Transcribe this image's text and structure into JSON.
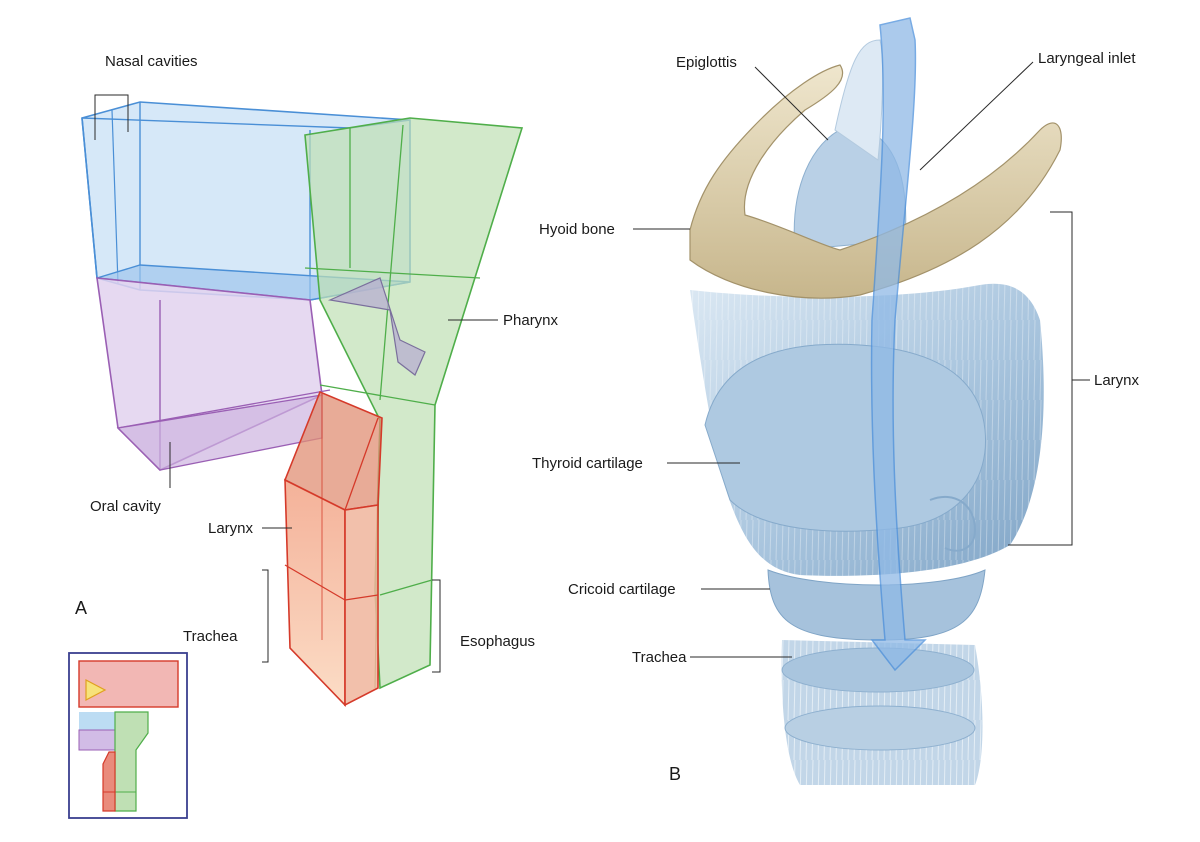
{
  "panel_a": {
    "letter": "A",
    "labels": {
      "nasal_cavities": "Nasal cavities",
      "pharynx": "Pharynx",
      "oral_cavity": "Oral cavity",
      "larynx": "Larynx",
      "trachea": "Trachea",
      "esophagus": "Esophagus"
    }
  },
  "panel_b": {
    "letter": "B",
    "labels": {
      "epiglottis": "Epiglottis",
      "laryngeal_inlet": "Laryngeal inlet",
      "hyoid_bone": "Hyoid bone",
      "larynx": "Larynx",
      "thyroid_cartilage": "Thyroid cartilage",
      "cricoid_cartilage": "Cricoid cartilage",
      "trachea": "Trachea"
    }
  },
  "colors": {
    "nasal": "#4a8fd6",
    "nasal_fill": "#cfe4f7",
    "pharynx": "#4fae4a",
    "pharynx_fill": "#bfe0b4",
    "oral": "#9a5fb4",
    "oral_fill": "#e2d2ee",
    "larynx": "#d53a2a",
    "larynx_fill": "#f2b39c",
    "cartilage": "#b8d0e6",
    "bone": "#d9ccaa",
    "airflow": "#4b8fdb"
  }
}
